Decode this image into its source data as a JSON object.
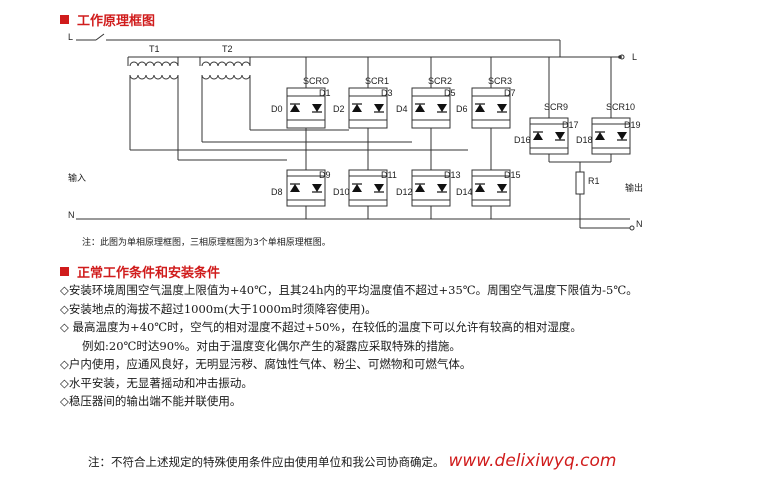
{
  "section1": {
    "title": "工作原理框图"
  },
  "diagram": {
    "line_L_left": "L",
    "line_L_right": "L",
    "line_N_left": "N",
    "line_N_right": "N",
    "transformers": [
      "T1",
      "T2"
    ],
    "input_label": "输入",
    "output_label": "输出",
    "resistor": "R1",
    "upper_units": [
      {
        "scr": "SCRO",
        "d_left": "D0",
        "d_right": "D1"
      },
      {
        "scr": "SCR1",
        "d_left": "D2",
        "d_right": "D3"
      },
      {
        "scr": "SCR2",
        "d_left": "D4",
        "d_right": "D5"
      },
      {
        "scr": "SCR3",
        "d_left": "D6",
        "d_right": "D7"
      }
    ],
    "lower_units": [
      {
        "d_left": "D8",
        "d_right": "D9"
      },
      {
        "d_left": "D10",
        "d_right": "D11"
      },
      {
        "d_left": "D12",
        "d_right": "D13"
      },
      {
        "d_left": "D14",
        "d_right": "D15"
      }
    ],
    "right_units": [
      {
        "scr": "SCR9",
        "d_left": "D16",
        "d_right": "D17"
      },
      {
        "scr": "SCR10",
        "d_left": "D18",
        "d_right": "D19"
      }
    ],
    "note": "注：此图为单相原理框图，三相原理框图为3个单相原理框图。"
  },
  "section2": {
    "title": "正常工作条件和安装条件",
    "items": [
      "◇安装环境周围空气温度上限值为+40℃，且其24h内的平均温度值不超过+35℃。周围空气温度下限值为-5℃。",
      "◇安装地点的海拔不超过1000m(大于1000m时须降容使用)。",
      "◇ 最高温度为+40℃时，空气的相对湿度不超过+50%，在较低的温度下可以允许有较高的相对湿度。",
      "例如:20℃时达90%。对由于温度变化偶尔产生的凝露应采取特殊的措施。",
      "◇户内使用，应通风良好，无明显污秽、腐蚀性气体、粉尘、可燃物和可燃气体。",
      "◇水平安装，无显著摇动和冲击振动。",
      "◇稳压器间的输出端不能并联使用。"
    ],
    "footer_note": "注：不符合上述规定的特殊使用条件应由使用单位和我公司协商确定。",
    "website": "www.delixiwyq.com"
  }
}
